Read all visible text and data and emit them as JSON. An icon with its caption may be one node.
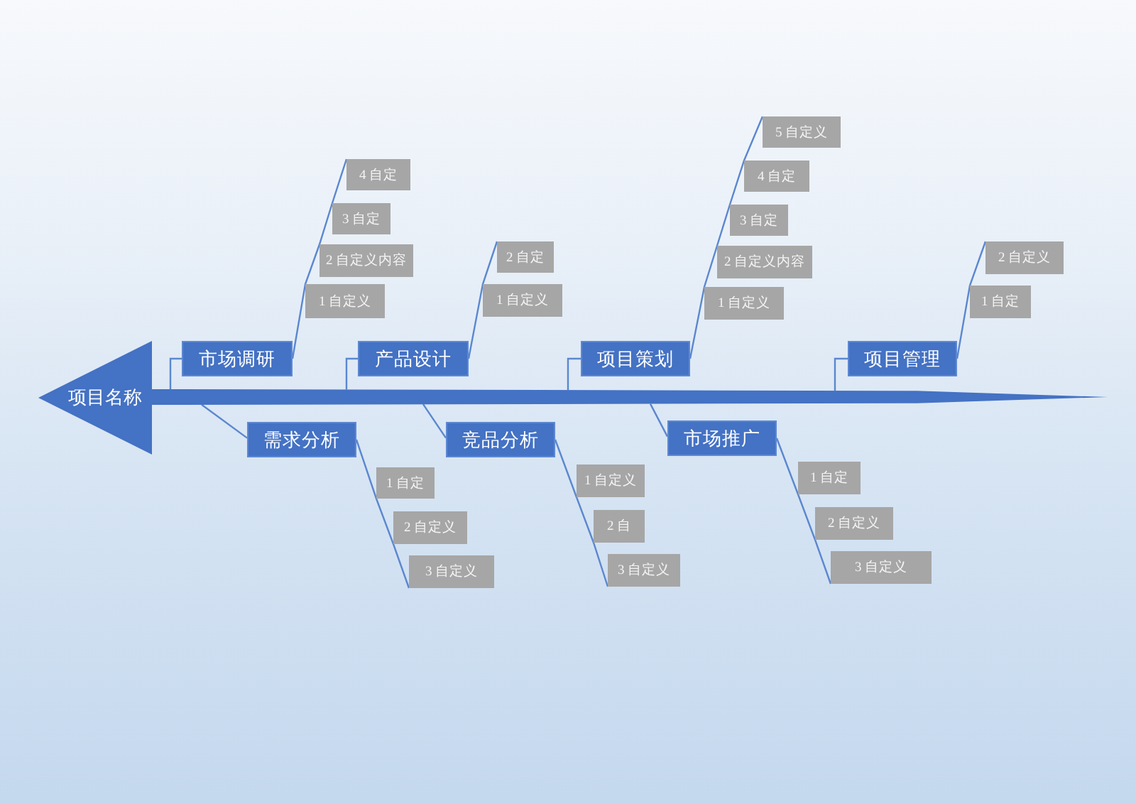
{
  "diagram": {
    "nodes": [
      {
        "text": [
          "项目名称"
        ]
      },
      {
        "text": [],
        "shape": "bar"
      },
      {
        "text": [
          "市场调研"
        ]
      },
      {
        "text": [
          "1 自定义"
        ]
      },
      {
        "text": [
          "2 自定义内容"
        ]
      },
      {
        "text": [
          "3 自定"
        ]
      },
      {
        "text": [
          "4 自定"
        ]
      },
      {
        "text": [
          "产品设计"
        ]
      },
      {
        "text": [
          "1 自定义"
        ]
      },
      {
        "text": [
          "2 自定"
        ]
      },
      {
        "text": [
          "项目策划"
        ]
      },
      {
        "text": [
          "1 自定义"
        ]
      },
      {
        "text": [
          "2 自定义内容"
        ]
      },
      {
        "text": [
          "3 自定"
        ]
      },
      {
        "text": [
          "4 自定"
        ]
      },
      {
        "text": [
          "5 自定义"
        ]
      },
      {
        "text": [
          "项目管理"
        ]
      },
      {
        "text": [
          "1 自定"
        ]
      },
      {
        "text": [
          "2 自定义"
        ]
      },
      {
        "text": [
          "需求分析"
        ]
      },
      {
        "text": [
          "1 自定"
        ]
      },
      {
        "text": [
          "2 自定义"
        ]
      },
      {
        "text": [
          "3 自定义"
        ]
      },
      {
        "text": [
          "竞品分析"
        ]
      },
      {
        "text": [
          "1 自定义"
        ]
      },
      {
        "text": [
          "2 自"
        ]
      },
      {
        "text": [
          "3 自定义"
        ]
      },
      {
        "text": [
          "市场推广"
        ]
      },
      {
        "text": [
          "1 自定"
        ]
      },
      {
        "text": [
          "2 自定义"
        ]
      },
      {
        "text": [
          "3 自定义"
        ]
      }
    ],
    "edges": [
      {
        "from": 2,
        "to": 1,
        "arrow": "none"
      },
      {
        "from": 2,
        "to": 3,
        "arrow": "none"
      },
      {
        "from": 2,
        "to": 4,
        "arrow": "none"
      },
      {
        "from": 2,
        "to": 5,
        "arrow": "none"
      },
      {
        "from": 2,
        "to": 6,
        "arrow": "none"
      },
      {
        "from": 7,
        "to": 1,
        "arrow": "none"
      },
      {
        "from": 7,
        "to": 8,
        "arrow": "none"
      },
      {
        "from": 7,
        "to": 9,
        "arrow": "none"
      },
      {
        "from": 10,
        "to": 1,
        "arrow": "none"
      },
      {
        "from": 10,
        "to": 11,
        "arrow": "none"
      },
      {
        "from": 10,
        "to": 12,
        "arrow": "none"
      },
      {
        "from": 10,
        "to": 13,
        "arrow": "none"
      },
      {
        "from": 10,
        "to": 14,
        "arrow": "none"
      },
      {
        "from": 10,
        "to": 15,
        "arrow": "none"
      },
      {
        "from": 16,
        "to": 1,
        "arrow": "none"
      },
      {
        "from": 16,
        "to": 17,
        "arrow": "none"
      },
      {
        "from": 16,
        "to": 18,
        "arrow": "none"
      },
      {
        "from": 19,
        "to": 1,
        "arrow": "none"
      },
      {
        "from": 19,
        "to": 20,
        "arrow": "none"
      },
      {
        "from": 19,
        "to": 21,
        "arrow": "none"
      },
      {
        "from": 19,
        "to": 22,
        "arrow": "none"
      },
      {
        "from": 23,
        "to": 1,
        "arrow": "none"
      },
      {
        "from": 23,
        "to": 24,
        "arrow": "none"
      },
      {
        "from": 23,
        "to": 25,
        "arrow": "none"
      },
      {
        "from": 23,
        "to": 26,
        "arrow": "none"
      },
      {
        "from": 27,
        "to": 1,
        "arrow": "none"
      },
      {
        "from": 27,
        "to": 28,
        "arrow": "none"
      },
      {
        "from": 27,
        "to": 29,
        "arrow": "none"
      },
      {
        "from": 27,
        "to": 30,
        "arrow": "none"
      }
    ]
  }
}
